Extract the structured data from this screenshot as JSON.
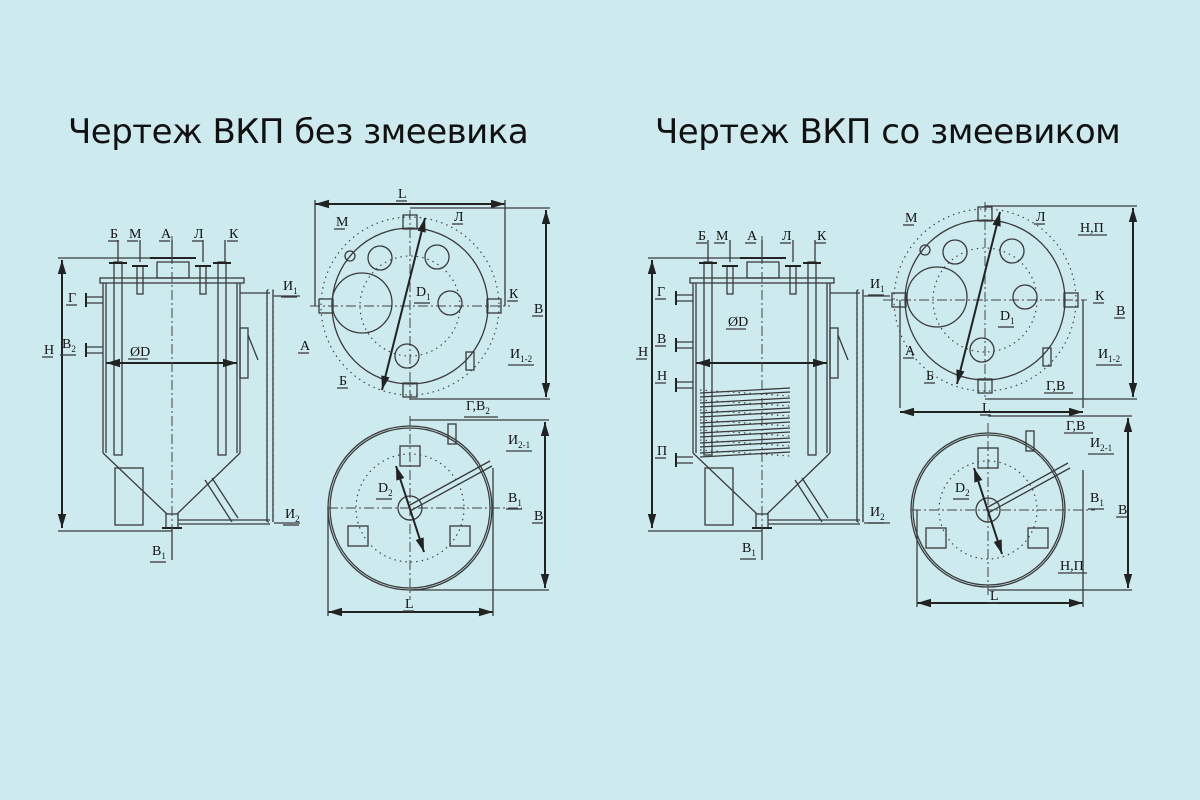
{
  "titles": {
    "left": "Чертеж ВКП без змеевика",
    "right": "Чертеж ВКП со змеевиком"
  },
  "colors": {
    "background": "#cdebef",
    "lines": "#3a3a3a"
  },
  "drawings": [
    {
      "name": "without-coil",
      "labels": [
        {
          "text": "Б"
        },
        {
          "text": "М"
        },
        {
          "text": "А"
        },
        {
          "text": "Л"
        },
        {
          "text": "К"
        },
        {
          "text": "Г"
        },
        {
          "text": "В",
          "sub": "2"
        },
        {
          "text": "Н"
        },
        {
          "text": "ØD"
        },
        {
          "text": "И",
          "sub": "1"
        },
        {
          "text": "И",
          "sub": "2"
        },
        {
          "text": "В",
          "sub": "1"
        },
        {
          "text": "L"
        },
        {
          "text": "М"
        },
        {
          "text": "Л"
        },
        {
          "text": "D",
          "sub": "1"
        },
        {
          "text": "К"
        },
        {
          "text": "В"
        },
        {
          "text": "А"
        },
        {
          "text": "Б"
        },
        {
          "text": "И",
          "sub": "1-2"
        },
        {
          "text": "Г,В",
          "sub": "2"
        },
        {
          "text": "D",
          "sub": "2"
        },
        {
          "text": "И",
          "sub": "2-1"
        },
        {
          "text": "В",
          "sub": "1"
        },
        {
          "text": "В"
        },
        {
          "text": "L"
        }
      ]
    },
    {
      "name": "with-coil",
      "labels": [
        {
          "text": "Б"
        },
        {
          "text": "М"
        },
        {
          "text": "А"
        },
        {
          "text": "Л"
        },
        {
          "text": "К"
        },
        {
          "text": "Г"
        },
        {
          "text": "В"
        },
        {
          "text": "Н"
        },
        {
          "text": "П"
        },
        {
          "text": "Н"
        },
        {
          "text": "ØD"
        },
        {
          "text": "И",
          "sub": "1"
        },
        {
          "text": "И",
          "sub": "2"
        },
        {
          "text": "В",
          "sub": "1"
        },
        {
          "text": "М"
        },
        {
          "text": "Л"
        },
        {
          "text": "Н,П"
        },
        {
          "text": "К"
        },
        {
          "text": "В"
        },
        {
          "text": "D",
          "sub": "1"
        },
        {
          "text": "А"
        },
        {
          "text": "Б"
        },
        {
          "text": "И",
          "sub": "1-2"
        },
        {
          "text": "Г,В"
        },
        {
          "text": "L"
        },
        {
          "text": "Г,В"
        },
        {
          "text": "И",
          "sub": "2-1"
        },
        {
          "text": "D",
          "sub": "2"
        },
        {
          "text": "В",
          "sub": "1"
        },
        {
          "text": "В"
        },
        {
          "text": "Н,П"
        },
        {
          "text": "L"
        }
      ]
    }
  ]
}
